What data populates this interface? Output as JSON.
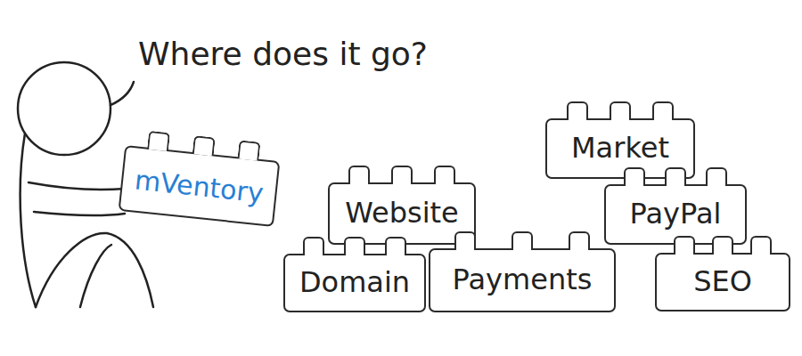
{
  "diagram": {
    "nodes": [
      {
        "text": [
          "mVentory"
        ]
      },
      {
        "text": [
          "Market"
        ]
      },
      {
        "text": [
          "Website"
        ]
      },
      {
        "text": [
          "PayPal"
        ]
      },
      {
        "text": [
          "Domain"
        ]
      },
      {
        "text": [
          "Payments"
        ]
      },
      {
        "text": [
          "SEO"
        ]
      }
    ],
    "labels": [
      "Where does it go?"
    ]
  }
}
